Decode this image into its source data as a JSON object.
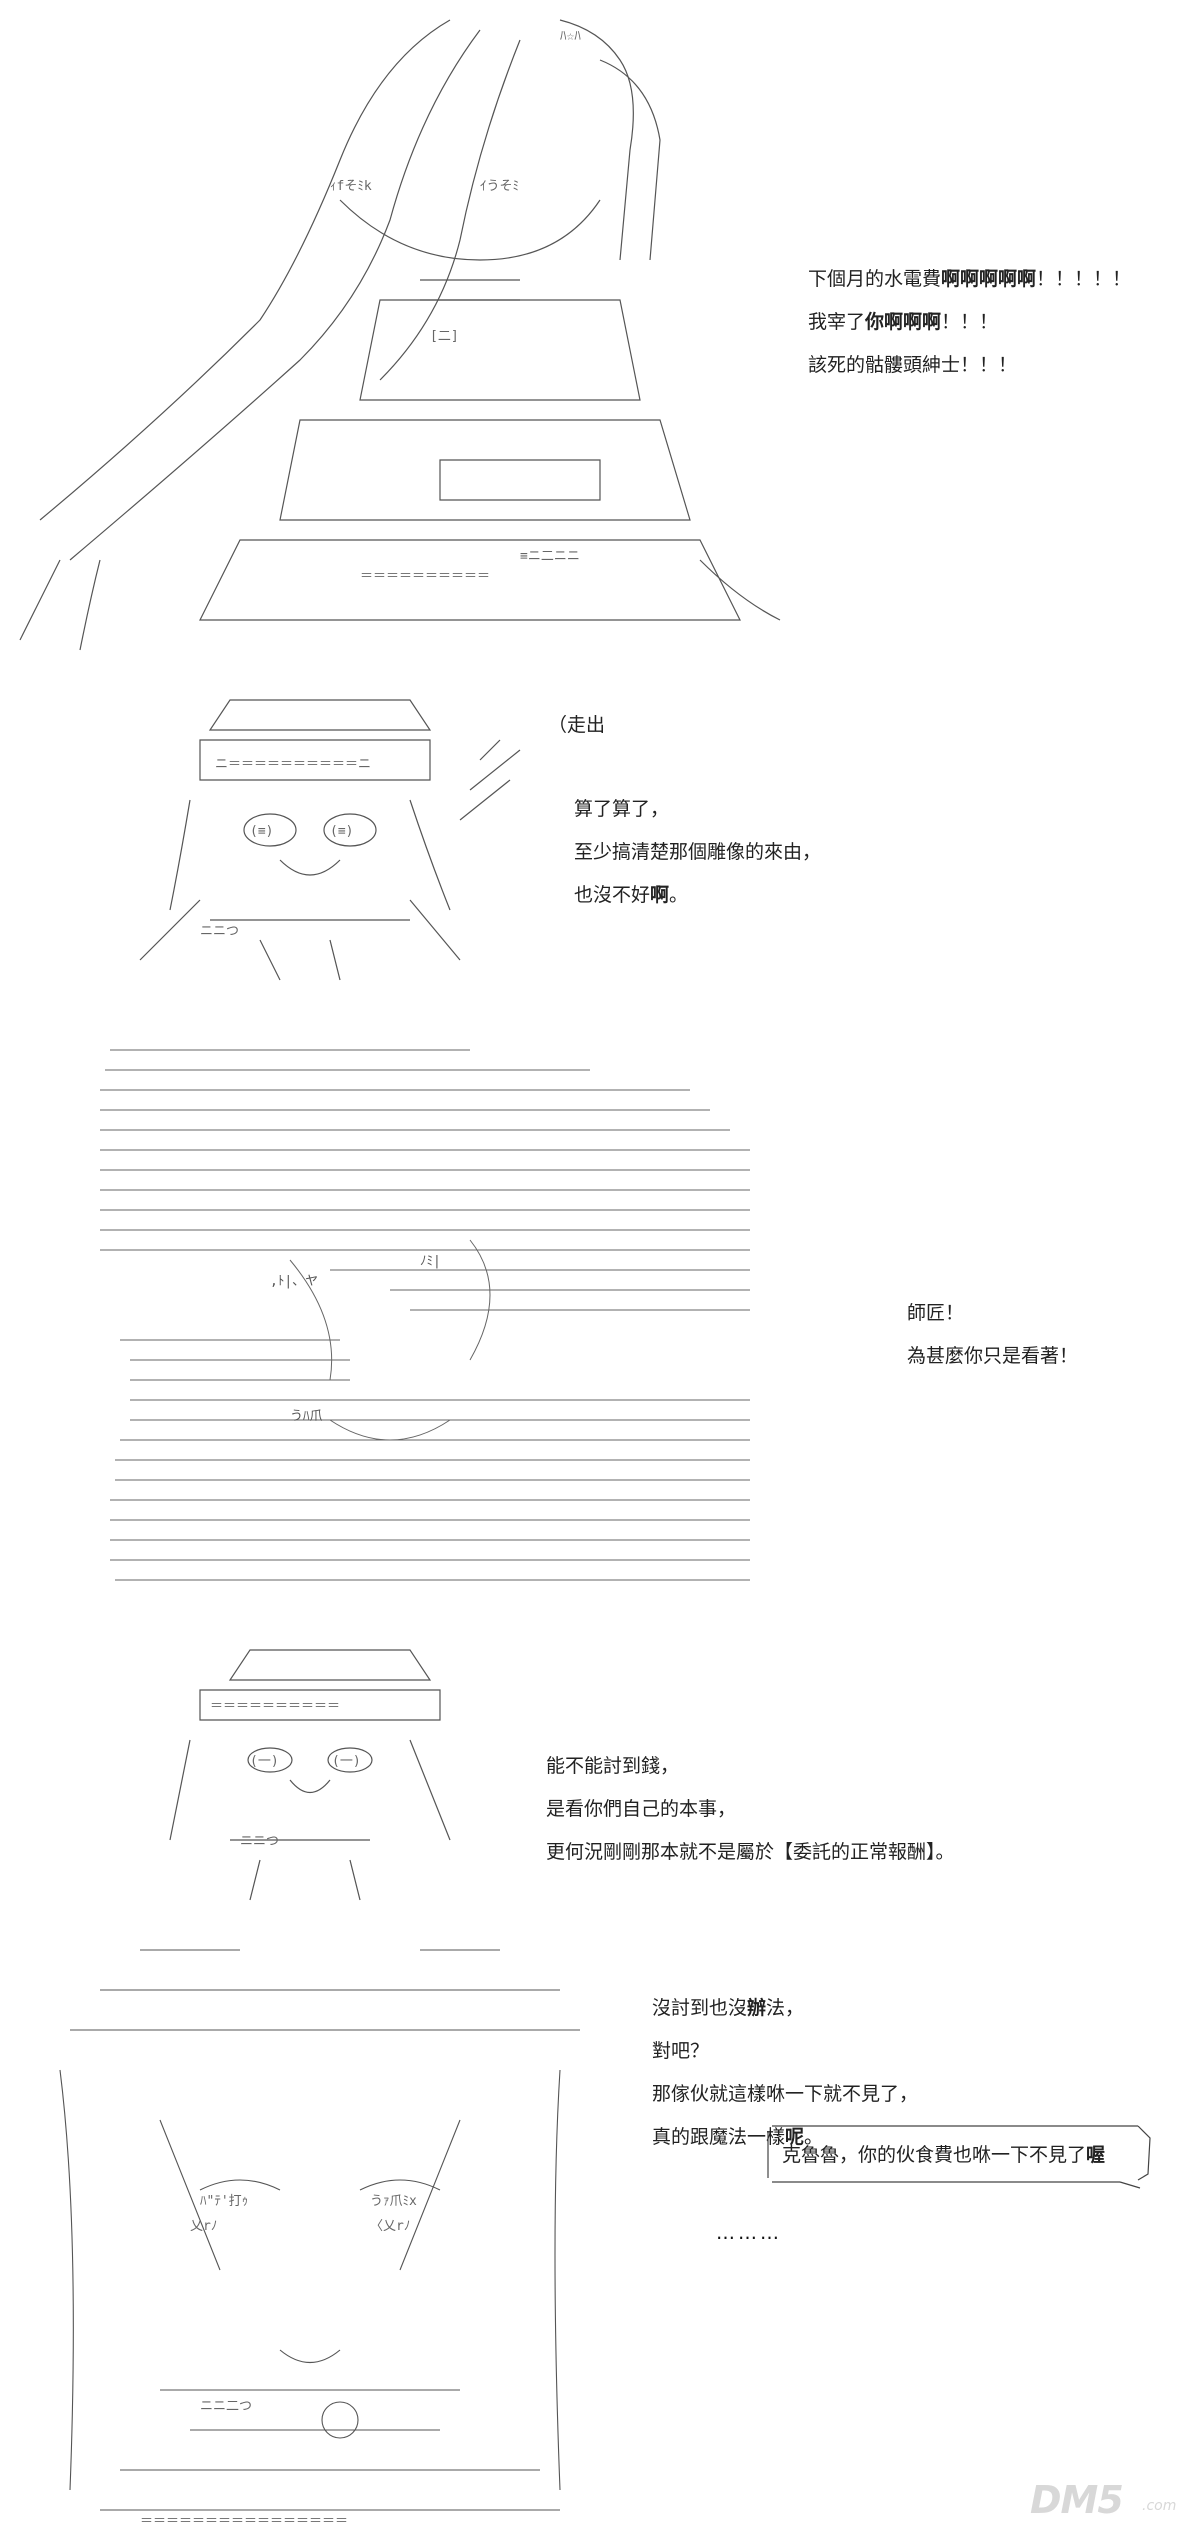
{
  "panels": [
    {
      "lines": [
        {
          "parts": [
            {
              "t": "下個月的水電費"
            },
            {
              "t": "啊啊啊啊啊",
              "b": true
            },
            {
              "t": "！！！！！"
            }
          ]
        },
        {
          "parts": [
            {
              "t": "我宰了"
            },
            {
              "t": "你啊啊啊",
              "b": true
            },
            {
              "t": "！！！"
            }
          ]
        },
        {
          "parts": [
            {
              "t": "該死的骷髏頭紳士！！！"
            }
          ]
        }
      ]
    },
    {
      "aside": "（走出",
      "lines": [
        {
          "parts": [
            {
              "t": "算了算了，"
            }
          ]
        },
        {
          "parts": [
            {
              "t": "至少搞清楚那個雕像的來由，"
            }
          ]
        },
        {
          "parts": [
            {
              "t": "也沒不好"
            },
            {
              "t": "啊",
              "b": true
            },
            {
              "t": "。"
            }
          ]
        }
      ]
    },
    {
      "lines": [
        {
          "parts": [
            {
              "t": "師匠！"
            }
          ]
        },
        {
          "parts": [
            {
              "t": "為甚麼你只是看著！"
            }
          ]
        }
      ]
    },
    {
      "lines": [
        {
          "parts": [
            {
              "t": "能不能討到錢，"
            }
          ]
        },
        {
          "parts": [
            {
              "t": "是看你們自己的本事，"
            }
          ]
        },
        {
          "parts": [
            {
              "t": "更何況剛剛那本就不是屬於【委託的正常報酬】。"
            }
          ]
        }
      ]
    },
    {
      "lines": [
        {
          "parts": [
            {
              "t": "沒討到也沒"
            },
            {
              "t": "辦",
              "b": true
            },
            {
              "t": "法，"
            }
          ]
        },
        {
          "parts": [
            {
              "t": "對吧？"
            }
          ]
        },
        {
          "parts": [
            {
              "t": "那傢伙就這樣咻一下就不見了，"
            }
          ]
        },
        {
          "parts": [
            {
              "t": "真的跟魔法一樣"
            },
            {
              "t": "呢",
              "b": true
            },
            {
              "t": "。"
            }
          ]
        }
      ],
      "bubble": {
        "parts": [
          {
            "t": "克魯魯，你的伙食費也咻一下不見了"
          },
          {
            "t": "喔",
            "b": true
          }
        ]
      },
      "trail": "………"
    }
  ],
  "watermark": {
    "text": "DM5",
    "suffix": ".com"
  }
}
